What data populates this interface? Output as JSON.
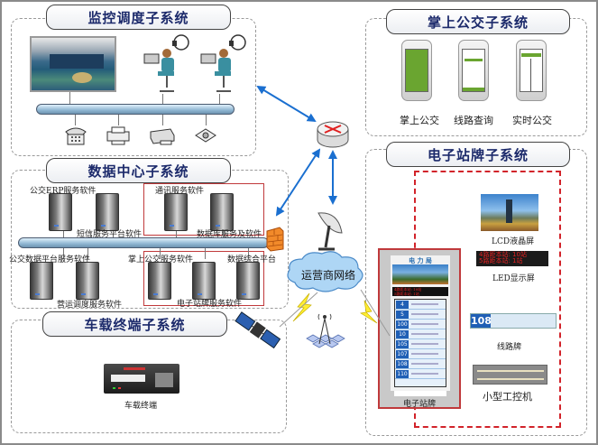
{
  "diagram": {
    "subsystems": {
      "monitoring": {
        "title": "监控调度子系统",
        "devices": [
          "control-room-screen",
          "operator-1",
          "operator-2",
          "telephone",
          "fax",
          "printer",
          "projector"
        ]
      },
      "data_center": {
        "title": "数据中心子系统",
        "labels": {
          "erp": "公交ERP服务软件",
          "sms": "短信服务平台软件",
          "comm": "通讯服务软件",
          "db": "数据库服务及软件",
          "bus_data": "公交数据平台服务软件",
          "operation": "营运调度服务软件",
          "mobile": "掌上公交服务软件",
          "integrated": "数据综合平台",
          "station": "电子站牌服务软件"
        }
      },
      "vehicle": {
        "title": "车载终端子系统",
        "device_label": "车载终端"
      },
      "mobile_bus": {
        "title": "掌上公交子系统",
        "phones": [
          {
            "label": "掌上公交"
          },
          {
            "label": "线路查询"
          },
          {
            "label": "实时公交"
          }
        ]
      },
      "e_stop": {
        "title": "电子站牌子系统",
        "sign_header": "电 力 局",
        "sign_label": "电子站牌",
        "led_lines": [
          "4路距本站: 10站",
          "5路距本站: 1站"
        ],
        "routes": [
          "4",
          "5",
          "100",
          "10",
          "105",
          "107",
          "108",
          "110"
        ],
        "lcd_label": "LCD液晶屏",
        "led_label": "LED显示屏",
        "route_board_number": "108",
        "route_board_label": "线路牌",
        "ipc_label": "小型工控机"
      }
    },
    "network": {
      "carrier_label": "运营商网络"
    },
    "colors": {
      "title_text": "#1c2a6b",
      "arrow": "#1a6fd0",
      "red_frame": "#d2232a",
      "cloud": "#a9d2f2",
      "lightning": "#ffee33"
    }
  }
}
